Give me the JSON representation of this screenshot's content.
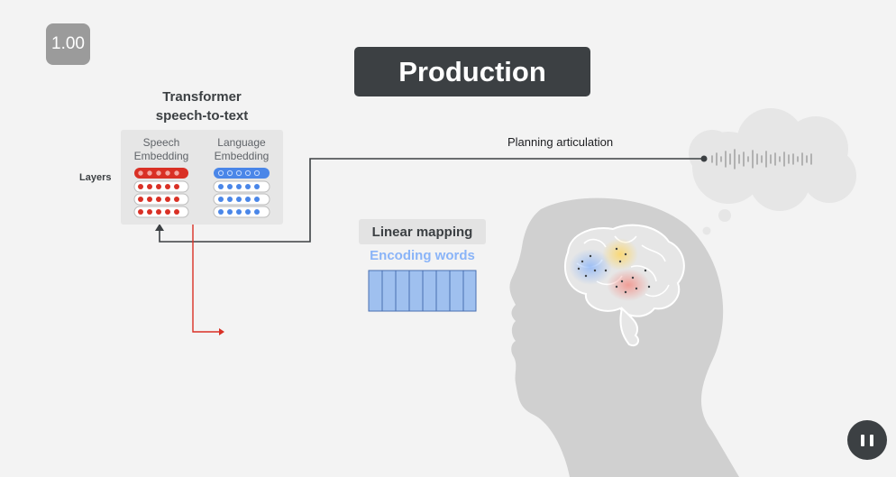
{
  "speed": "1.00",
  "title": "Production",
  "model": {
    "line1": "Transformer",
    "line2": "speech-to-text"
  },
  "columns": {
    "speech": {
      "line1": "Speech",
      "line2": "Embedding"
    },
    "language": {
      "line1": "Language",
      "line2": "Embedding"
    }
  },
  "layers_label": "Layers",
  "articulation_label": "Planning articulation",
  "linear_mapping_label": "Linear mapping",
  "encoding_words_label": "Encoding words",
  "colors": {
    "speech": "#d93025",
    "language": "#4a86e8",
    "encoding_fill": "#9fc0ef",
    "encoding_stroke": "#4a6fb0",
    "silhouette": "#d0d0d0",
    "brain": "#e6e6e6"
  },
  "icons": {
    "pause": "pause-icon",
    "thought": "thought-bubble-icon",
    "head": "head-silhouette-icon"
  }
}
